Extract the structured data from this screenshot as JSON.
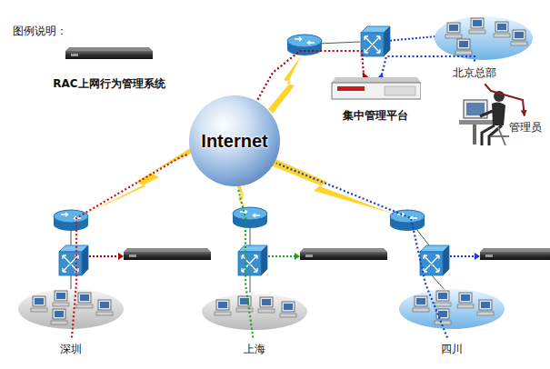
{
  "diagram": {
    "nodes": [
      {
        "text": [
          "北京总部"
        ]
      },
      {
        "text": [
          "集中管理平台"
        ]
      },
      {
        "text": [
          "管理员"
        ]
      },
      {
        "text": [
          "Internet"
        ]
      },
      {
        "text": [
          "深圳"
        ]
      },
      {
        "text": [
          "上海"
        ]
      },
      {
        "text": [
          "四川"
        ]
      }
    ],
    "edges": [
      {
        "from": 0,
        "to": 1,
        "arrow": "to"
      },
      {
        "from": 3,
        "to": 1,
        "arrow": "to"
      },
      {
        "from": 0,
        "to": 2,
        "arrow": "to"
      },
      {
        "from": 4,
        "to": 3,
        "arrow": "none"
      },
      {
        "from": 5,
        "to": 3,
        "arrow": "none"
      },
      {
        "from": 6,
        "to": 3,
        "arrow": "none"
      }
    ],
    "labels": [
      "图例说明："
    ],
    "legend": [
      {
        "text": "RAC上网行为管理系统"
      }
    ]
  }
}
